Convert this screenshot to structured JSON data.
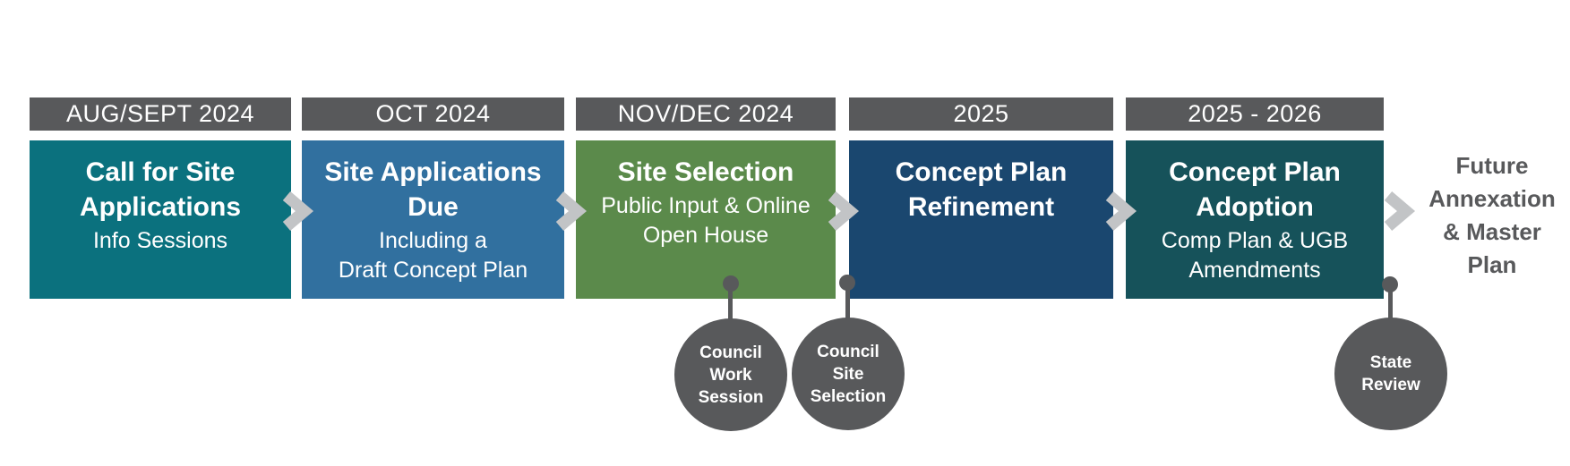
{
  "diagram": {
    "title_hint": "Project timeline from site applications to concept plan adoption",
    "stages": [
      {
        "date": "AUG/SEPT 2024",
        "title": "Call for Site\nApplications",
        "subtitle": "Info Sessions",
        "color": "#0b717e"
      },
      {
        "date": "OCT 2024",
        "title": "Site Applications\nDue",
        "subtitle": "Including a\nDraft Concept Plan",
        "color": "#31709f"
      },
      {
        "date": "NOV/DEC 2024",
        "title": "Site Selection",
        "subtitle": "Public Input & Online\nOpen House",
        "color": "#5b8a4b"
      },
      {
        "date": "2025",
        "title": "Concept Plan\nRefinement",
        "subtitle": "",
        "color": "#1a476f"
      },
      {
        "date": "2025 - 2026",
        "title": "Concept Plan\nAdoption",
        "subtitle": "Comp Plan & UGB\nAmendments",
        "color": "#16525a"
      }
    ],
    "end_label": "Future\nAnnexation\n& Master\nPlan",
    "milestones": [
      {
        "label": "Council\nWork\nSession"
      },
      {
        "label": "Council\nSite\nSelection"
      },
      {
        "label": "State\nReview"
      }
    ],
    "colors": {
      "header_bg": "#58595b",
      "milestone_bg": "#58595b",
      "connector": "#58595b",
      "arrow": "#c2c4c6",
      "end_label_text": "#58595b"
    }
  }
}
